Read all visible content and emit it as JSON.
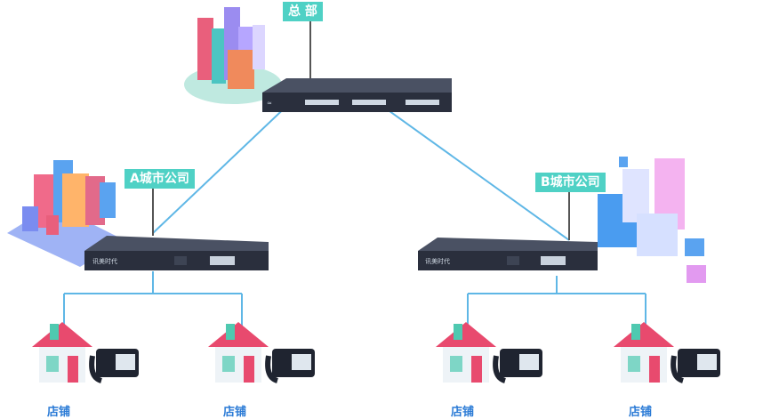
{
  "nodes": {
    "hq": {
      "label": "总 部"
    },
    "branch_a": {
      "label": "A城市公司"
    },
    "branch_b": {
      "label": "B城市公司"
    }
  },
  "device_brand": "讯美时代",
  "stores": [
    {
      "label": "店铺"
    },
    {
      "label": "店铺"
    },
    {
      "label": "店铺"
    },
    {
      "label": "店铺"
    }
  ],
  "colors": {
    "link": "#5fb7e6",
    "label_bg": "#4fd1c5",
    "store_text": "#2b7bd6",
    "device_body": "#2a2f3d"
  }
}
